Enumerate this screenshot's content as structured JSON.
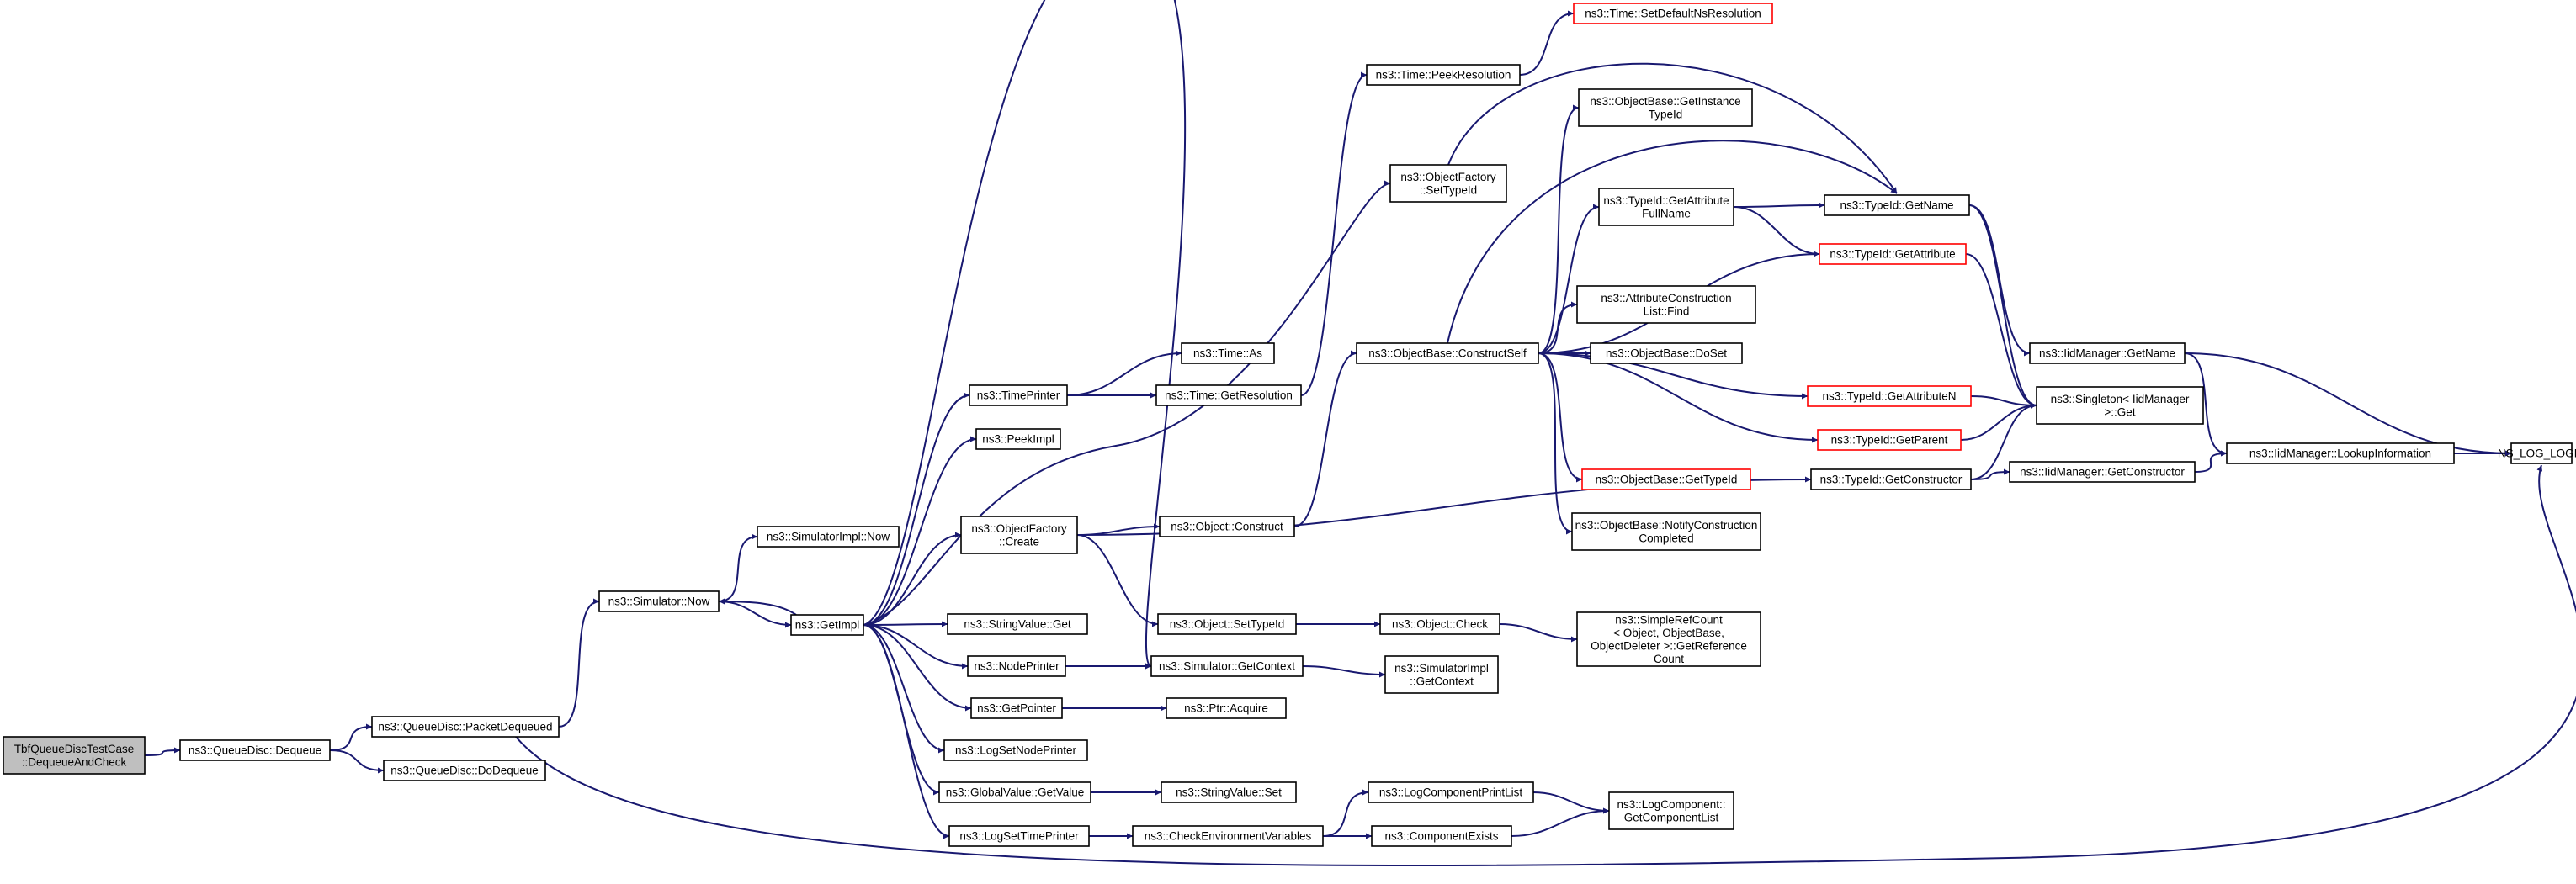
{
  "nodes": {
    "tbf": {
      "lines": [
        "TbfQueueDiscTestCase",
        "::DequeueAndCheck"
      ],
      "root": true
    },
    "qd_dequeue": {
      "lines": [
        "ns3::QueueDisc::Dequeue"
      ]
    },
    "qd_packetdequeued": {
      "lines": [
        "ns3::QueueDisc::PacketDequeued"
      ]
    },
    "qd_dodequeue": {
      "lines": [
        "ns3::QueueDisc::DoDequeue"
      ]
    },
    "sim_now": {
      "lines": [
        "ns3::Simulator::Now"
      ]
    },
    "simimpl_now": {
      "lines": [
        "ns3::SimulatorImpl::Now"
      ]
    },
    "getimpl": {
      "lines": [
        "ns3::GetImpl"
      ]
    },
    "timeprinter": {
      "lines": [
        "ns3::TimePrinter"
      ]
    },
    "peekimpl": {
      "lines": [
        "ns3::PeekImpl"
      ]
    },
    "objfactory_create": {
      "lines": [
        "ns3::ObjectFactory",
        "::Create"
      ]
    },
    "stringvalue_get": {
      "lines": [
        "ns3::StringValue::Get"
      ]
    },
    "nodeprinter": {
      "lines": [
        "ns3::NodePrinter"
      ]
    },
    "getpointer": {
      "lines": [
        "ns3::GetPointer"
      ]
    },
    "logsetnodeprinter": {
      "lines": [
        "ns3::LogSetNodePrinter"
      ]
    },
    "globalvalue_getvalue": {
      "lines": [
        "ns3::GlobalValue::GetValue"
      ]
    },
    "logsettimeprinter": {
      "lines": [
        "ns3::LogSetTimePrinter"
      ]
    },
    "time_as": {
      "lines": [
        "ns3::Time::As"
      ]
    },
    "time_getresolution": {
      "lines": [
        "ns3::Time::GetResolution"
      ]
    },
    "time_peekresolution": {
      "lines": [
        "ns3::Time::PeekResolution"
      ]
    },
    "time_setdefaultnsres": {
      "lines": [
        "ns3::Time::SetDefaultNsResolution"
      ],
      "red": true
    },
    "objfactory_settypeid": {
      "lines": [
        "ns3::ObjectFactory",
        "::SetTypeId"
      ]
    },
    "object_construct": {
      "lines": [
        "ns3::Object::Construct"
      ]
    },
    "object_settypeid": {
      "lines": [
        "ns3::Object::SetTypeId"
      ]
    },
    "sim_getcontext": {
      "lines": [
        "ns3::Simulator::GetContext"
      ]
    },
    "ptr_acquire": {
      "lines": [
        "ns3::Ptr::Acquire"
      ]
    },
    "stringvalue_set": {
      "lines": [
        "ns3::StringValue::Set"
      ]
    },
    "checkenvvars": {
      "lines": [
        "ns3::CheckEnvironmentVariables"
      ]
    },
    "objectbase_constructself": {
      "lines": [
        "ns3::ObjectBase::ConstructSelf"
      ]
    },
    "object_check": {
      "lines": [
        "ns3::Object::Check"
      ]
    },
    "simimpl_getcontext": {
      "lines": [
        "ns3::SimulatorImpl",
        "::GetContext"
      ]
    },
    "logcomponentprintlist": {
      "lines": [
        "ns3::LogComponentPrintList"
      ]
    },
    "componentexists": {
      "lines": [
        "ns3::ComponentExists"
      ]
    },
    "objectbase_getinstancetypeid": {
      "lines": [
        "ns3::ObjectBase::GetInstance",
        "TypeId"
      ]
    },
    "typeid_getattributefullname": {
      "lines": [
        "ns3::TypeId::GetAttribute",
        "FullName"
      ]
    },
    "attrconstructionlist_find": {
      "lines": [
        "ns3::AttributeConstruction",
        "List::Find"
      ]
    },
    "objectbase_doset": {
      "lines": [
        "ns3::ObjectBase::DoSet"
      ]
    },
    "objectbase_gettypeid": {
      "lines": [
        "ns3::ObjectBase::GetTypeId"
      ],
      "red": true
    },
    "objectbase_notifyconstruction": {
      "lines": [
        "ns3::ObjectBase::NotifyConstruction",
        "Completed"
      ]
    },
    "typeid_getconstructor": {
      "lines": [
        "ns3::TypeId::GetConstructor"
      ]
    },
    "simplerefcount": {
      "lines": [
        "ns3::SimpleRefCount",
        "< Object, ObjectBase,",
        "ObjectDeleter >::GetReference",
        "Count"
      ]
    },
    "logcomponent_getcomponentlist": {
      "lines": [
        "ns3::LogComponent::",
        "GetComponentList"
      ]
    },
    "typeid_getname": {
      "lines": [
        "ns3::TypeId::GetName"
      ]
    },
    "typeid_getattribute": {
      "lines": [
        "ns3::TypeId::GetAttribute"
      ],
      "red": true
    },
    "typeid_getattributen": {
      "lines": [
        "ns3::TypeId::GetAttributeN"
      ],
      "red": true
    },
    "typeid_getparent": {
      "lines": [
        "ns3::TypeId::GetParent"
      ],
      "red": true
    },
    "iidmanager_getname": {
      "lines": [
        "ns3::IidManager::GetName"
      ]
    },
    "singleton_get": {
      "lines": [
        "ns3::Singleton< IidManager",
        ">::Get"
      ]
    },
    "iidmanager_getconstructor": {
      "lines": [
        "ns3::IidManager::GetConstructor"
      ]
    },
    "iidmanager_lookupinformation": {
      "lines": [
        "ns3::IidManager::LookupInformation"
      ]
    },
    "ns_log_logic": {
      "lines": [
        "NS_LOG_LOGIC"
      ]
    }
  },
  "edges": [
    [
      "tbf",
      "qd_dequeue"
    ],
    [
      "qd_dequeue",
      "qd_packetdequeued"
    ],
    [
      "qd_dequeue",
      "qd_dodequeue"
    ],
    [
      "qd_packetdequeued",
      "sim_now"
    ],
    [
      "qd_packetdequeued",
      "ns_log_logic"
    ],
    [
      "sim_now",
      "simimpl_now"
    ],
    [
      "sim_now",
      "getimpl"
    ],
    [
      "getimpl",
      "sim_now"
    ],
    [
      "getimpl",
      "timeprinter"
    ],
    [
      "getimpl",
      "peekimpl"
    ],
    [
      "getimpl",
      "objfactory_settypeid"
    ],
    [
      "getimpl",
      "objfactory_create"
    ],
    [
      "getimpl",
      "stringvalue_get"
    ],
    [
      "getimpl",
      "nodeprinter"
    ],
    [
      "getimpl",
      "sim_getcontext"
    ],
    [
      "getimpl",
      "getpointer"
    ],
    [
      "getimpl",
      "logsetnodeprinter"
    ],
    [
      "getimpl",
      "globalvalue_getvalue"
    ],
    [
      "getimpl",
      "logsettimeprinter"
    ],
    [
      "timeprinter",
      "time_as"
    ],
    [
      "timeprinter",
      "time_getresolution"
    ],
    [
      "time_getresolution",
      "time_peekresolution"
    ],
    [
      "time_peekresolution",
      "time_setdefaultnsres"
    ],
    [
      "objfactory_create",
      "object_construct"
    ],
    [
      "objfactory_create",
      "object_settypeid"
    ],
    [
      "objfactory_create",
      "typeid_getconstructor"
    ],
    [
      "object_construct",
      "objectbase_constructself"
    ],
    [
      "object_settypeid",
      "object_check"
    ],
    [
      "nodeprinter",
      "sim_getcontext"
    ],
    [
      "sim_getcontext",
      "simimpl_getcontext"
    ],
    [
      "getpointer",
      "ptr_acquire"
    ],
    [
      "globalvalue_getvalue",
      "stringvalue_set"
    ],
    [
      "logsettimeprinter",
      "checkenvvars"
    ],
    [
      "checkenvvars",
      "logcomponentprintlist"
    ],
    [
      "checkenvvars",
      "componentexists"
    ],
    [
      "logcomponentprintlist",
      "logcomponent_getcomponentlist"
    ],
    [
      "componentexists",
      "logcomponent_getcomponentlist"
    ],
    [
      "object_check",
      "simplerefcount"
    ],
    [
      "objfactory_settypeid",
      "typeid_getname"
    ],
    [
      "objectbase_constructself",
      "objectbase_getinstancetypeid"
    ],
    [
      "objectbase_constructself",
      "typeid_getname"
    ],
    [
      "objectbase_constructself",
      "typeid_getattributefullname"
    ],
    [
      "objectbase_constructself",
      "typeid_getattribute"
    ],
    [
      "objectbase_constructself",
      "attrconstructionlist_find"
    ],
    [
      "objectbase_constructself",
      "objectbase_doset"
    ],
    [
      "objectbase_constructself",
      "typeid_getattributen"
    ],
    [
      "objectbase_constructself",
      "typeid_getparent"
    ],
    [
      "objectbase_constructself",
      "objectbase_gettypeid"
    ],
    [
      "objectbase_constructself",
      "objectbase_notifyconstruction"
    ],
    [
      "typeid_getattributefullname",
      "typeid_getname"
    ],
    [
      "typeid_getattributefullname",
      "typeid_getattribute"
    ],
    [
      "typeid_getname",
      "iidmanager_getname"
    ],
    [
      "typeid_getname",
      "singleton_get"
    ],
    [
      "typeid_getattribute",
      "singleton_get"
    ],
    [
      "typeid_getattributen",
      "singleton_get"
    ],
    [
      "typeid_getparent",
      "singleton_get"
    ],
    [
      "typeid_getconstructor",
      "singleton_get"
    ],
    [
      "typeid_getconstructor",
      "iidmanager_getconstructor"
    ],
    [
      "iidmanager_getname",
      "iidmanager_lookupinformation"
    ],
    [
      "iidmanager_getname",
      "ns_log_logic"
    ],
    [
      "iidmanager_getconstructor",
      "iidmanager_lookupinformation"
    ],
    [
      "iidmanager_lookupinformation",
      "ns_log_logic"
    ]
  ]
}
